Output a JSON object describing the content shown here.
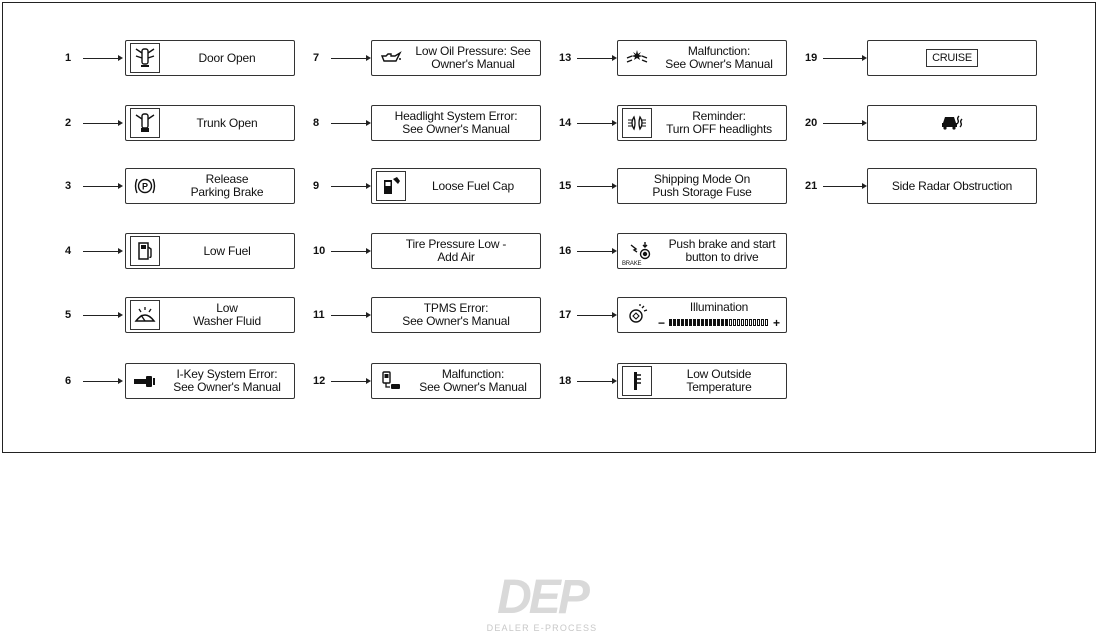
{
  "items": [
    {
      "num": "1",
      "lines": [
        "Door Open"
      ],
      "icon": "door-open-icon"
    },
    {
      "num": "2",
      "lines": [
        "Trunk Open"
      ],
      "icon": "trunk-open-icon"
    },
    {
      "num": "3",
      "lines": [
        "Release",
        "Parking Brake"
      ],
      "icon": "parking-brake-icon"
    },
    {
      "num": "4",
      "lines": [
        "Low Fuel"
      ],
      "icon": "fuel-pump-icon"
    },
    {
      "num": "5",
      "lines": [
        "Low",
        "Washer Fluid"
      ],
      "icon": "washer-fluid-icon"
    },
    {
      "num": "6",
      "lines": [
        "I-Key System Error:",
        "See Owner's Manual"
      ],
      "icon": "key-icon"
    },
    {
      "num": "7",
      "lines": [
        "Low Oil Pressure: See",
        "Owner's Manual"
      ],
      "icon": "oil-can-icon"
    },
    {
      "num": "8",
      "lines": [
        "Headlight System Error:",
        "See Owner's Manual"
      ],
      "icon": ""
    },
    {
      "num": "9",
      "lines": [
        "Loose Fuel Cap"
      ],
      "icon": "fuel-cap-icon"
    },
    {
      "num": "10",
      "lines": [
        "Tire Pressure Low -",
        "Add Air"
      ],
      "icon": ""
    },
    {
      "num": "11",
      "lines": [
        "TPMS Error:",
        "See Owner's Manual"
      ],
      "icon": ""
    },
    {
      "num": "12",
      "lines": [
        "Malfunction:",
        "See Owner's Manual"
      ],
      "icon": "transmission-malfunction-icon"
    },
    {
      "num": "13",
      "lines": [
        "Malfunction:",
        "See Owner's Manual"
      ],
      "icon": "headlight-malfunction-icon"
    },
    {
      "num": "14",
      "lines": [
        "Reminder:",
        "Turn OFF headlights"
      ],
      "icon": "headlight-reminder-icon"
    },
    {
      "num": "15",
      "lines": [
        "Shipping Mode On",
        "Push Storage Fuse"
      ],
      "icon": ""
    },
    {
      "num": "16",
      "lines": [
        "Push brake and start",
        "button to drive"
      ],
      "icon": "brake-start-icon",
      "icon_label": "BRAKE"
    },
    {
      "num": "17",
      "title": "Illumination",
      "minus": "−",
      "plus": "+",
      "level": 0.6,
      "icon": "illumination-icon"
    },
    {
      "num": "18",
      "lines": [
        "Low Outside",
        "Temperature"
      ],
      "icon": "thermometer-icon"
    },
    {
      "num": "19",
      "cruise": "CRUISE",
      "icon": ""
    },
    {
      "num": "20",
      "icon": "vehicle-dynamic-control-icon"
    },
    {
      "num": "21",
      "lines": [
        "Side Radar Obstruction"
      ],
      "icon": ""
    }
  ],
  "logo": {
    "text": "DEP",
    "subtitle": "DEALER E-PROCESS"
  }
}
